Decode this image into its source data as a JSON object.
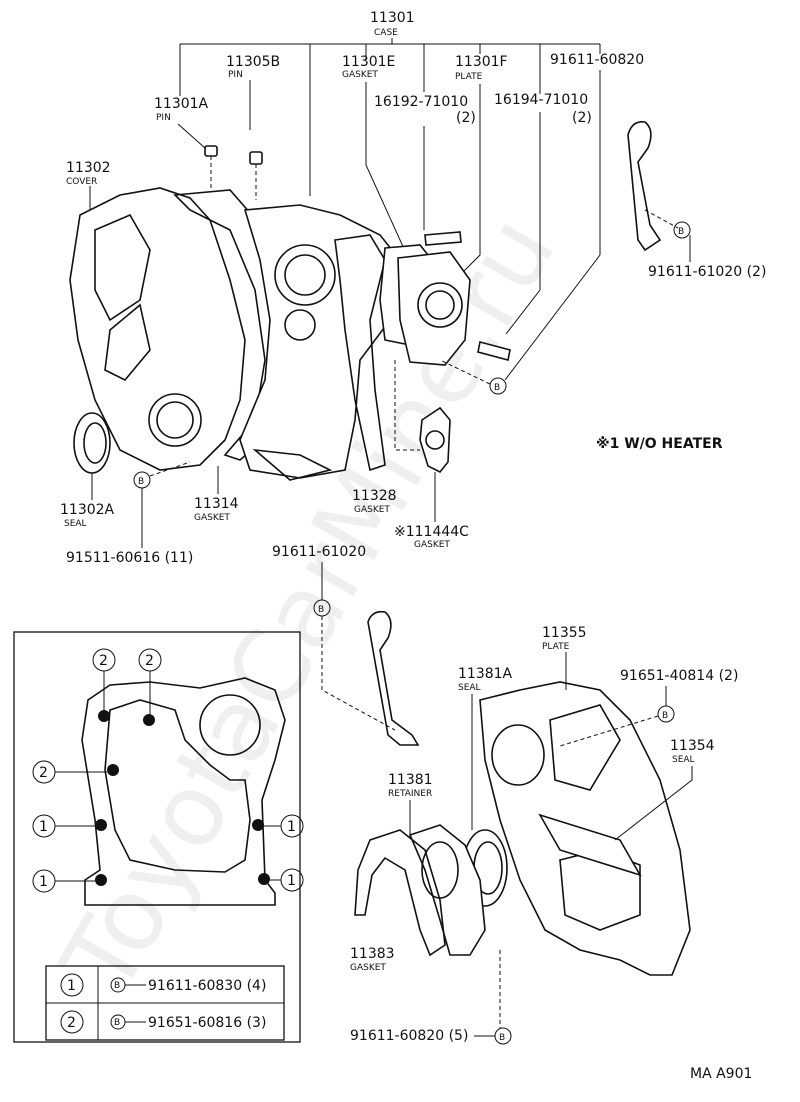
{
  "watermark": "ToyotaCarMine.ru",
  "figure_id": "MA A901",
  "note": "※1 W/O HEATER",
  "labels": {
    "p11301": {
      "num": "11301",
      "sub": "CASE"
    },
    "p11305B": {
      "num": "11305B",
      "sub": "PIN"
    },
    "p11301E": {
      "num": "11301E",
      "sub": "GASKET"
    },
    "p11301F": {
      "num": "11301F",
      "sub": "PLATE"
    },
    "p91611_60820_top": {
      "num": "91611-60820"
    },
    "p11301A": {
      "num": "11301A",
      "sub": "PIN"
    },
    "p16192": {
      "num": "16192-71010",
      "qty": "(2)"
    },
    "p16194": {
      "num": "16194-71010",
      "qty": "(2)"
    },
    "p11302": {
      "num": "11302",
      "sub": "COVER"
    },
    "p91611_61020_r": {
      "num": "91611-61020 (2)"
    },
    "p11302A": {
      "num": "11302A",
      "sub": "SEAL"
    },
    "p11314": {
      "num": "11314",
      "sub": "GASKET"
    },
    "p11328": {
      "num": "11328",
      "sub": "GASKET"
    },
    "p11444C": {
      "num": "※111444C",
      "sub": "GASKET"
    },
    "p91511": {
      "num": "91511-60616 (11)"
    },
    "p91611_61020_m": {
      "num": "91611-61020"
    },
    "p11355": {
      "num": "11355",
      "sub": "PLATE"
    },
    "p11381A": {
      "num": "11381A",
      "sub": "SEAL"
    },
    "p91651_40814": {
      "num": "91651-40814 (2)"
    },
    "p11354": {
      "num": "11354",
      "sub": "SEAL"
    },
    "p11381": {
      "num": "11381",
      "sub": "RETAINER"
    },
    "p11383": {
      "num": "11383",
      "sub": "GASKET"
    },
    "p91611_60820_b": {
      "num": "91611-60820 (5)"
    }
  },
  "callouts": {
    "one": "1",
    "two": "2",
    "bolt": "B"
  },
  "legend": [
    {
      "key": "1",
      "bolt": "B",
      "text": "91611-60830 (4)"
    },
    {
      "key": "2",
      "bolt": "B",
      "text": "91651-60816 (3)"
    }
  ]
}
